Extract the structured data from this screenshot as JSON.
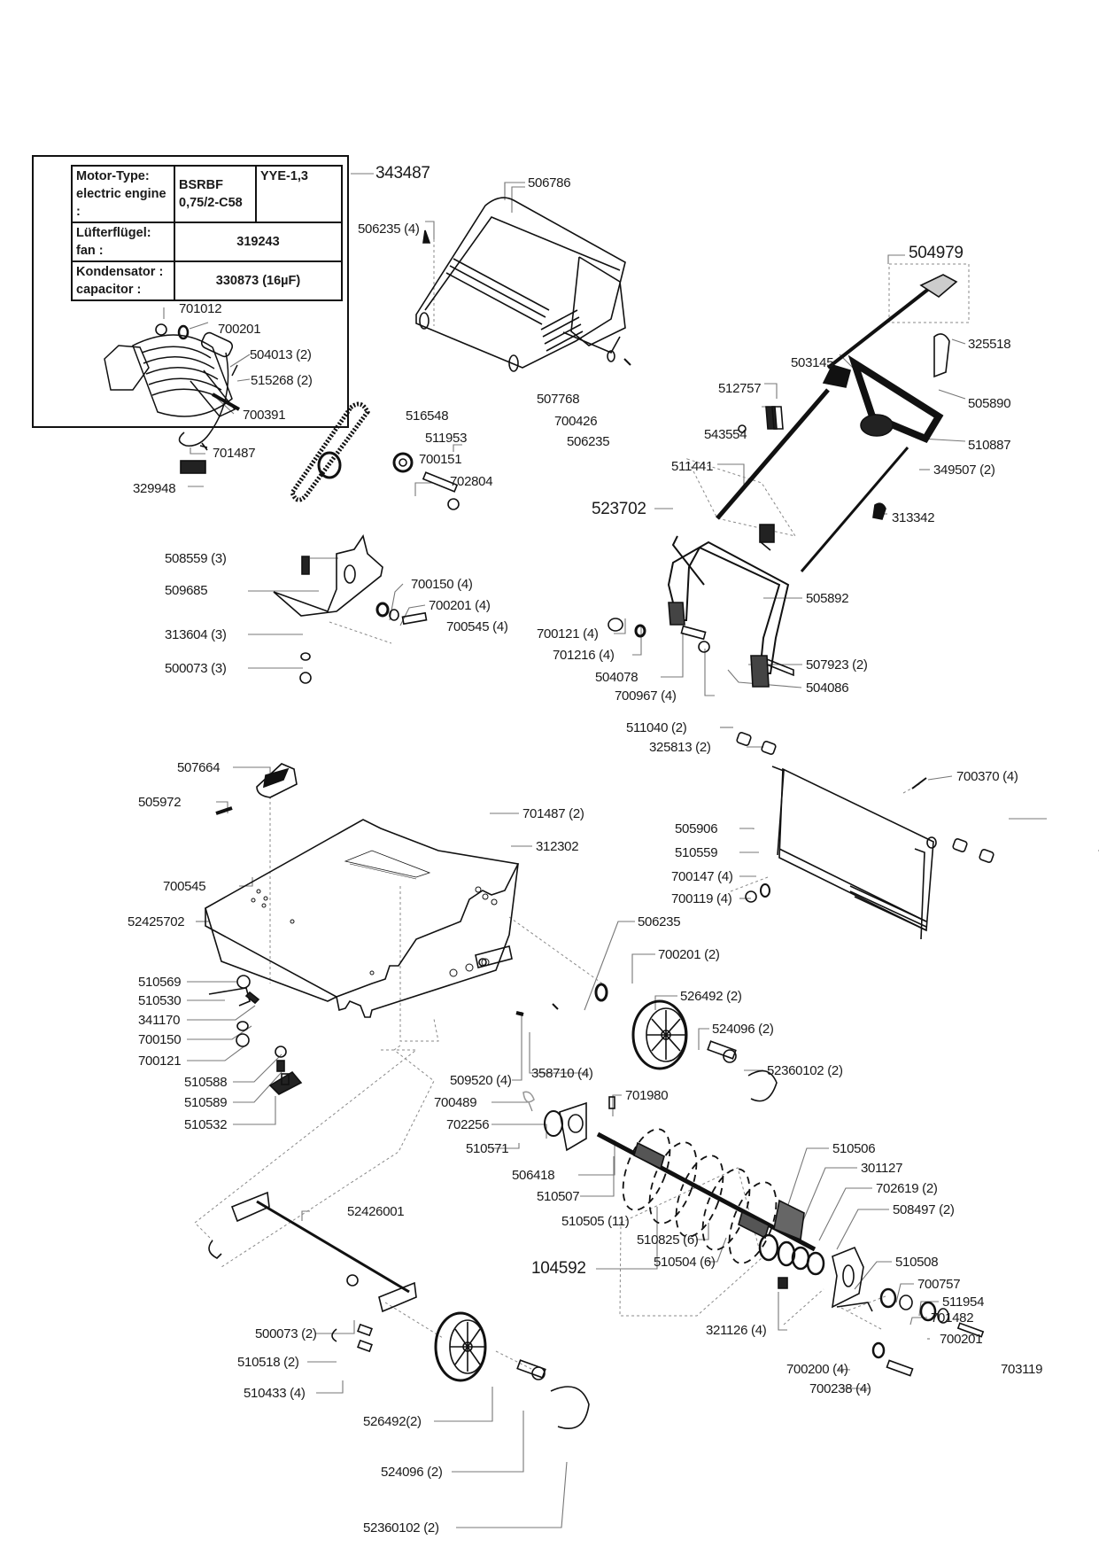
{
  "diagram": {
    "type": "exploded-parts-diagram",
    "subject": "electric lawn scarifier spare parts"
  },
  "motor_table": {
    "rows": [
      {
        "label_de": "Motor-Type:",
        "label_en": "electric engine :",
        "value": "BSRBF 0,75/2-C58",
        "value_a": "BSRBF",
        "value_b": "0,75/2-C58",
        "value_c": "YYE-1,3"
      },
      {
        "label_de": "Lüfterflügel:",
        "label_en": "fan :",
        "value": "319243"
      },
      {
        "label_de": "Kondensator :",
        "label_en": "capacitor :",
        "value": "330873 (16µF)"
      }
    ],
    "assembly_number": "343487"
  },
  "labels": {
    "l343487": "343487",
    "l506786": "506786",
    "l506235_4": "506235 (4)",
    "l504979": "504979",
    "l325518": "325518",
    "l503145": "503145",
    "l512757": "512757",
    "l505890": "505890",
    "l543554": "543554",
    "l510887": "510887",
    "l349507": "349507 (2)",
    "l511441": "511441",
    "l523702": "523702",
    "l313342": "313342",
    "l701012": "701012",
    "l700201a": "700201",
    "l504013": "504013 (2)",
    "l515268": "515268 (2)",
    "l700391": "700391",
    "l701487": "701487",
    "l329948": "329948",
    "l516548": "516548",
    "l511953": "511953",
    "l700151": "700151",
    "l702804": "702804",
    "l507768": "507768",
    "l700426": "700426",
    "l506235b": "506235",
    "l508559": "508559 (3)",
    "l509685": "509685",
    "l700150_4": "700150 (4)",
    "l700201_4": "700201 (4)",
    "l700545_4": "700545 (4)",
    "l313604": "313604 (3)",
    "l500073_3": "500073 (3)",
    "l505892": "505892",
    "l700121_4": "700121 (4)",
    "l701216_4": "701216 (4)",
    "l504078": "504078",
    "l507923": "507923 (2)",
    "l504086": "504086",
    "l700967": "700967 (4)",
    "l511040": "511040 (2)",
    "l325813": "325813 (2)",
    "l507664": "507664",
    "l505972": "505972",
    "l700370": "700370 (4)",
    "l701487_2": "701487 (2)",
    "l312302": "312302",
    "l505906": "505906",
    "l510559": "510559",
    "l700147": "700147 (4)",
    "l700119": "700119 (4)",
    "l700545": "700545",
    "l52425702": "52425702",
    "l506235c": "506235",
    "l700201_2": "700201 (2)",
    "l510569": "510569",
    "l510530": "510530",
    "l526492_2a": "526492 (2)",
    "l341170": "341170",
    "l524096_2a": "524096 (2)",
    "l700150": "700150",
    "l700121": "700121",
    "l358710": "358710 (4)",
    "l52360102_2a": "52360102 (2)",
    "l510588": "510588",
    "l510589": "510589",
    "l509520": "509520 (4)",
    "l510532": "510532",
    "l700489": "700489",
    "l701980": "701980",
    "l702256": "702256",
    "l510571": "510571",
    "l506418": "506418",
    "l510507": "510507",
    "l510506": "510506",
    "l301127": "301127",
    "l52426001": "52426001",
    "l510505": "510505 (11)",
    "l702619": "702619 (2)",
    "l508497": "508497 (2)",
    "l104592": "104592",
    "l510825": "510825 (6)",
    "l510504": "510504 (6)",
    "l510508": "510508",
    "l700757": "700757",
    "l500073_2": "500073 (2)",
    "l511954": "511954",
    "l701482": "701482",
    "l321126": "321126 (4)",
    "l700201b": "700201",
    "l510518": "510518 (2)",
    "l703119": "703119",
    "l700200": "700200 (4)",
    "l700238": "700238 (4)",
    "l510433": "510433 (4)",
    "l526492_2b": "526492(2)",
    "l524096_2b": "524096  (2)",
    "l52360102_2b": "52360102 (2)"
  }
}
